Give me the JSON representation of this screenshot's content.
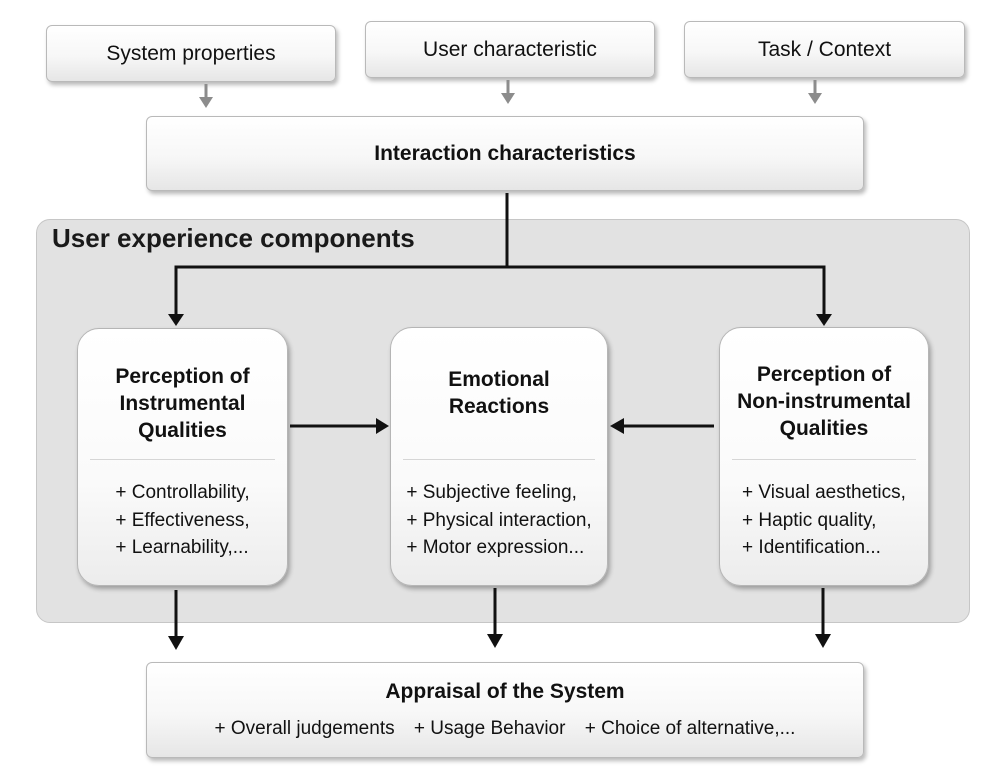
{
  "inputs": {
    "system_properties": "System properties",
    "user_characteristic": "User characteristic",
    "task_context": "Task / Context"
  },
  "interaction": {
    "title": "Interaction characteristics"
  },
  "ux_components": {
    "title": "User experience components",
    "instrumental": {
      "title": "Perception of\nInstrumental\nQualities",
      "items": [
        "+ Controllability,",
        "+ Effectiveness,",
        "+ Learnability,..."
      ]
    },
    "emotional": {
      "title": "Emotional\nReactions",
      "items": [
        "+ Subjective feeling,",
        "+ Physical interaction,",
        "+ Motor expression..."
      ]
    },
    "non_instrumental": {
      "title": "Perception of\nNon-instrumental\nQualities",
      "items": [
        "+ Visual aesthetics,",
        "+ Haptic quality,",
        "+ Identification..."
      ]
    }
  },
  "appraisal": {
    "title": "Appraisal of the System",
    "items": [
      "+ Overall judgements",
      "+ Usage Behavior",
      "+ Choice of alternative,..."
    ]
  },
  "colors": {
    "panel_bg": "#e2e2e2",
    "box_border": "#b9b9b9",
    "gray_arrow": "#8c8c8c",
    "black_arrow": "#111111"
  }
}
